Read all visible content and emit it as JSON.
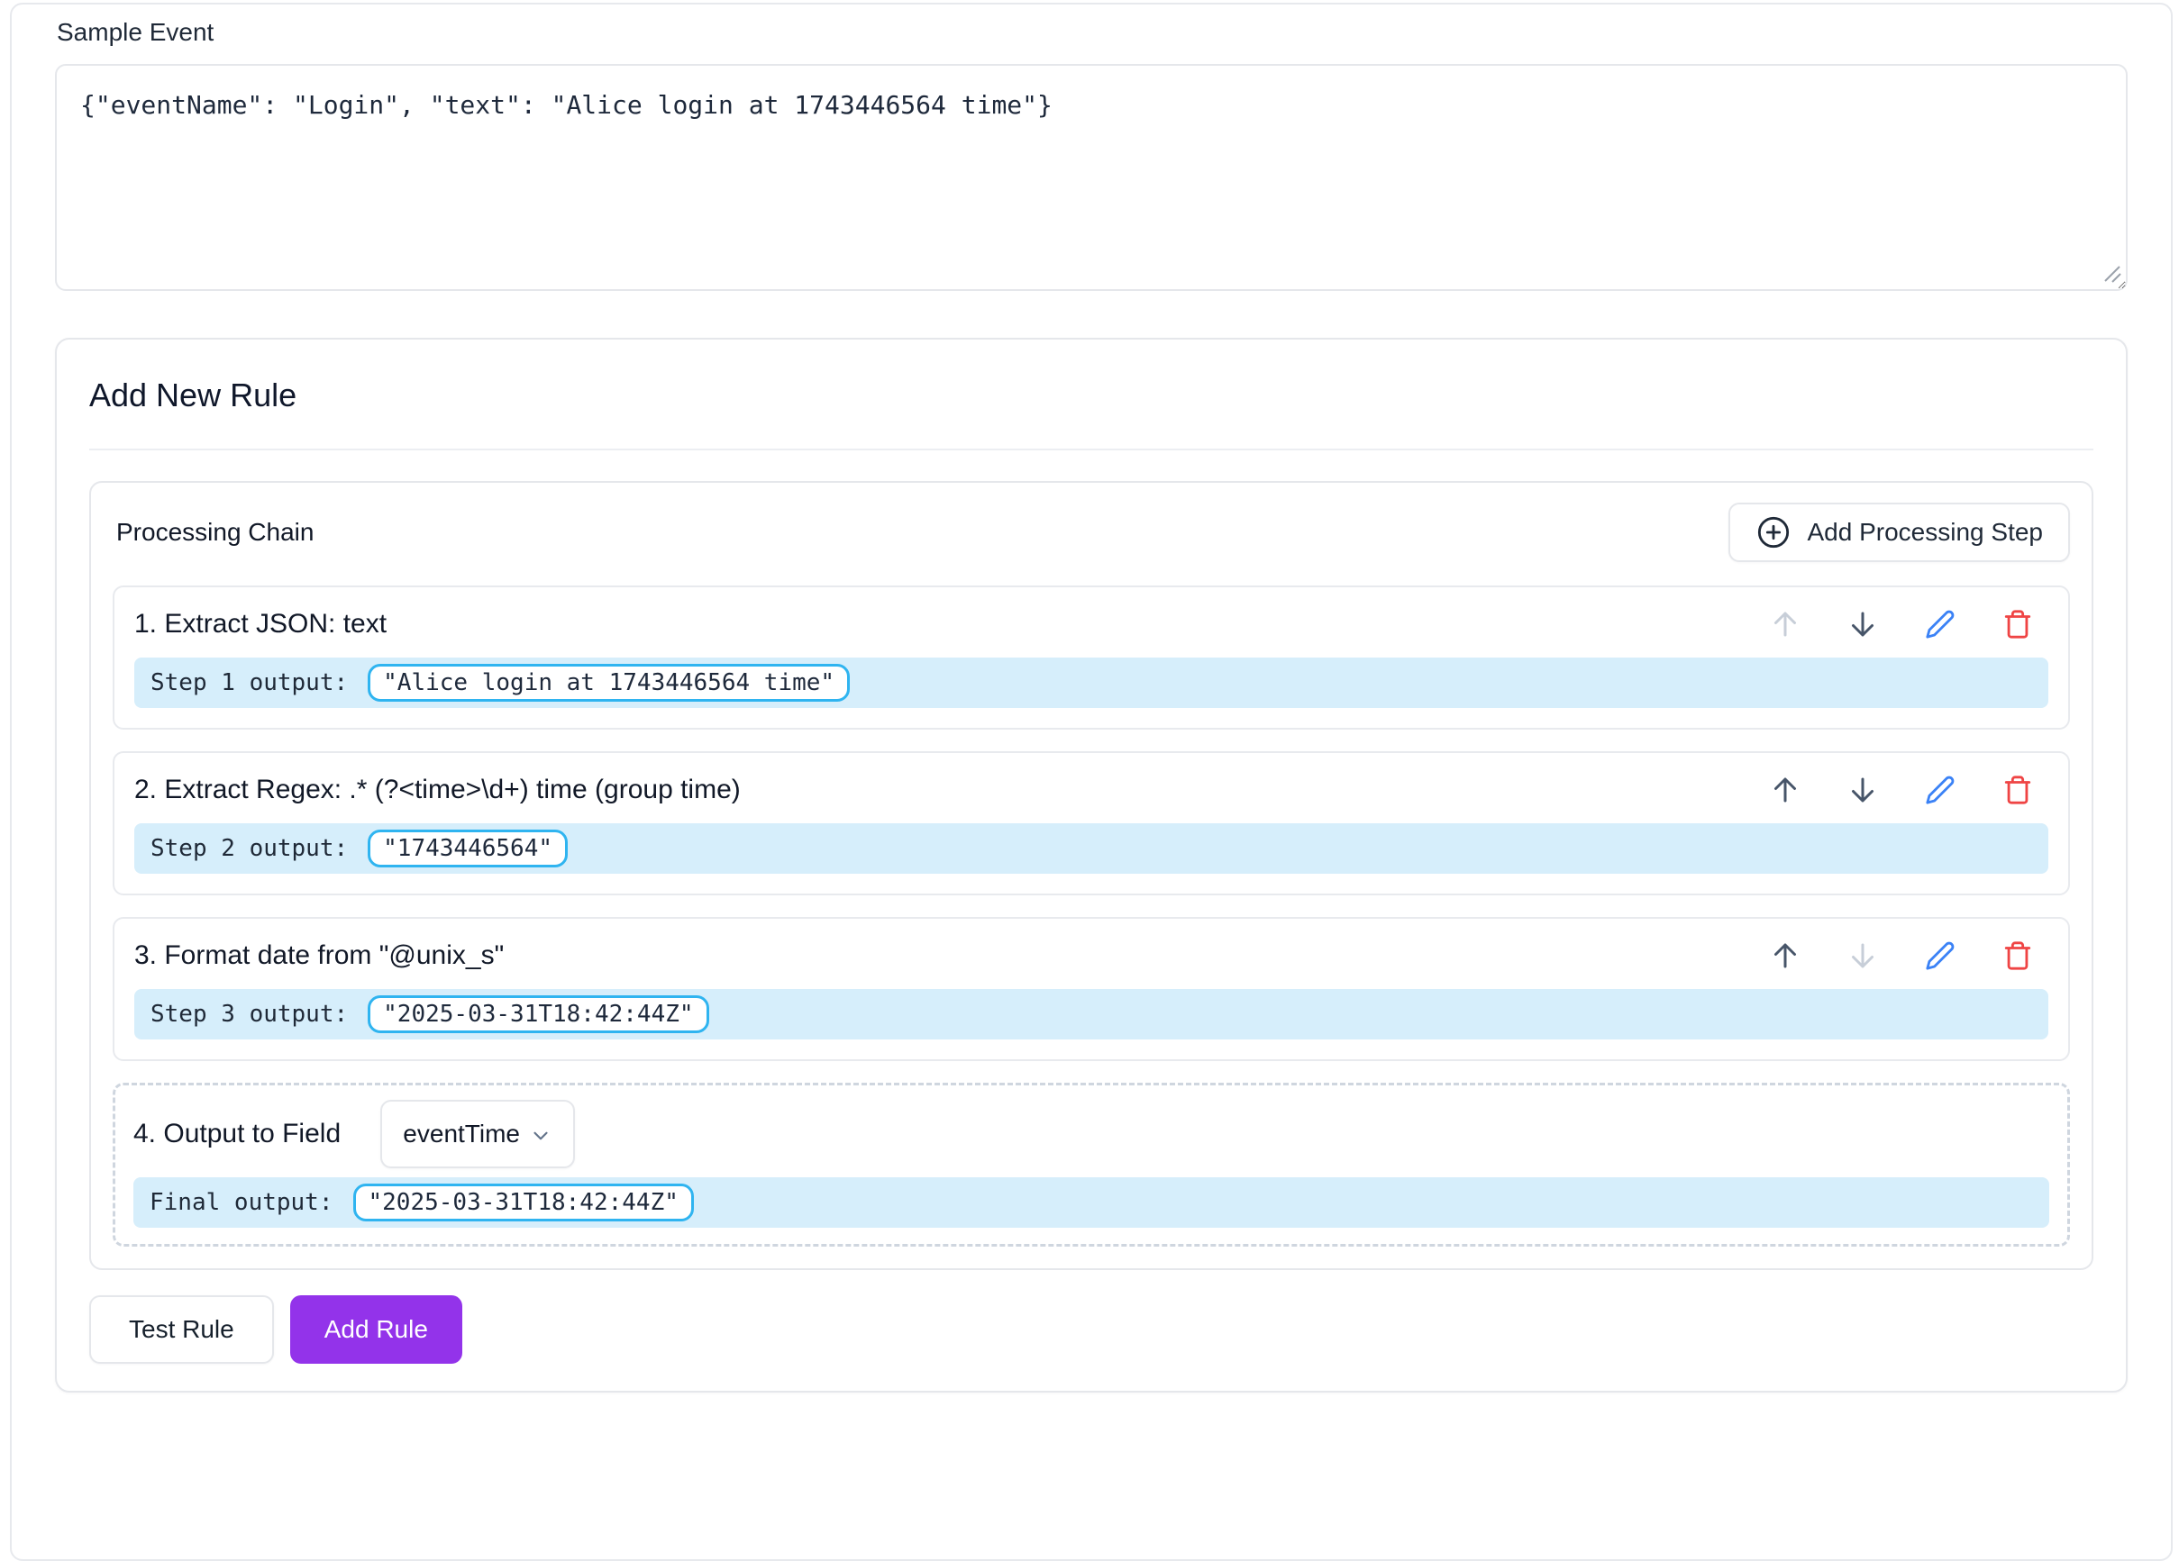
{
  "sample_event": {
    "label": "Sample Event",
    "value": "{\"eventName\": \"Login\", \"text\": \"Alice login at 1743446564 time\"}"
  },
  "rule_form": {
    "title": "Add New Rule",
    "chain": {
      "title": "Processing Chain",
      "add_step_button": "Add Processing Step",
      "steps": [
        {
          "title": "1. Extract JSON: text",
          "output_label": "Step 1 output:",
          "output_value": "\"Alice login at 1743446564 time\""
        },
        {
          "title": "2. Extract Regex: .* (?<time>\\d+) time (group time)",
          "output_label": "Step 2 output:",
          "output_value": "\"1743446564\""
        },
        {
          "title": "3. Format date from \"@unix_s\"",
          "output_label": "Step 3 output:",
          "output_value": "\"2025-03-31T18:42:44Z\""
        }
      ],
      "output_step": {
        "title": "4. Output to Field",
        "field_selected": "eventTime",
        "output_label": "Final output:",
        "output_value": "\"2025-03-31T18:42:44Z\""
      }
    },
    "buttons": {
      "test": "Test Rule",
      "add": "Add Rule"
    }
  },
  "icons": {
    "plus_circle": "plus-circle-icon",
    "arrow_up": "arrow-up-icon",
    "arrow_down": "arrow-down-icon",
    "pencil": "pencil-icon",
    "trash": "trash-icon",
    "chevron_down": "chevron-down-icon"
  },
  "colors": {
    "accent_purple": "#9333ea",
    "output_bar_bg": "#d6eefb",
    "pill_border": "#2fb4f0",
    "edit_blue": "#3b82f6",
    "delete_red": "#ef4444",
    "border_gray": "#e5e7eb"
  }
}
